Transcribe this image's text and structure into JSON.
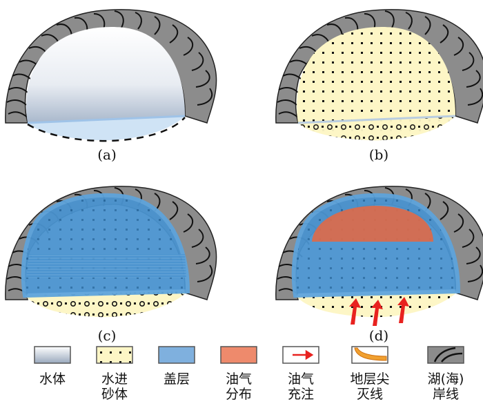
{
  "panels": [
    {
      "id": "a",
      "caption": "(a)"
    },
    {
      "id": "b",
      "caption": "(b)"
    },
    {
      "id": "c",
      "caption": "(c)"
    },
    {
      "id": "d",
      "caption": "(d)"
    }
  ],
  "legend": [
    {
      "key": "water",
      "line1": "水体",
      "line2": ""
    },
    {
      "key": "transgressive-sand",
      "line1": "水进",
      "line2": "砂体"
    },
    {
      "key": "caprock",
      "line1": "盖层",
      "line2": ""
    },
    {
      "key": "oil-gas-distribution",
      "line1": "油气",
      "line2": "分布"
    },
    {
      "key": "oil-gas-charging",
      "line1": "油气",
      "line2": "充注"
    },
    {
      "key": "stratigraphic-pinchout",
      "line1": "地层尖",
      "line2": "灭线"
    },
    {
      "key": "shoreline",
      "line1": "湖(海)",
      "line2": "岸线"
    }
  ],
  "colors": {
    "rock": "#8c8c8c",
    "water_top": "#f5f7fb",
    "water_bottom": "#b8c8dc",
    "sand": "#fdf6c6",
    "cap": "#3f8fd0",
    "oil": "#dc6a4a",
    "arrow": "#e8221f"
  }
}
